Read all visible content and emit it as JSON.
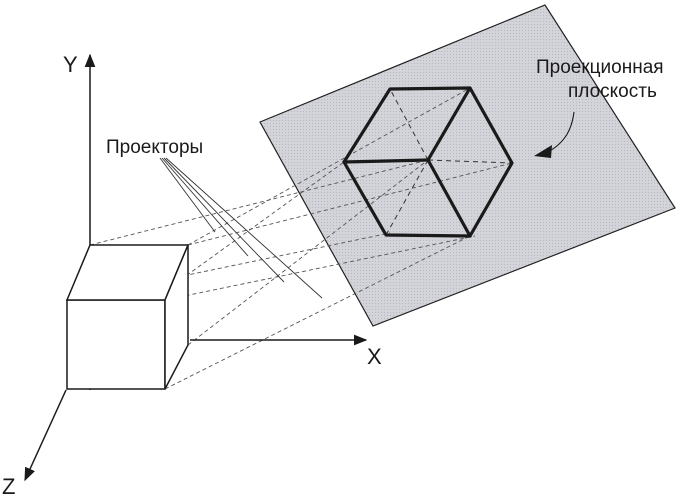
{
  "axes": {
    "y": "Y",
    "x": "X",
    "z": "Z"
  },
  "labels": {
    "projectors": "Проекторы",
    "plane_line1": "Проекционная",
    "plane_line2": "плоскость"
  },
  "colors": {
    "plane_fill": "#cfcfd6",
    "ink": "#1a1a1a",
    "projector_dash": "#555555"
  }
}
